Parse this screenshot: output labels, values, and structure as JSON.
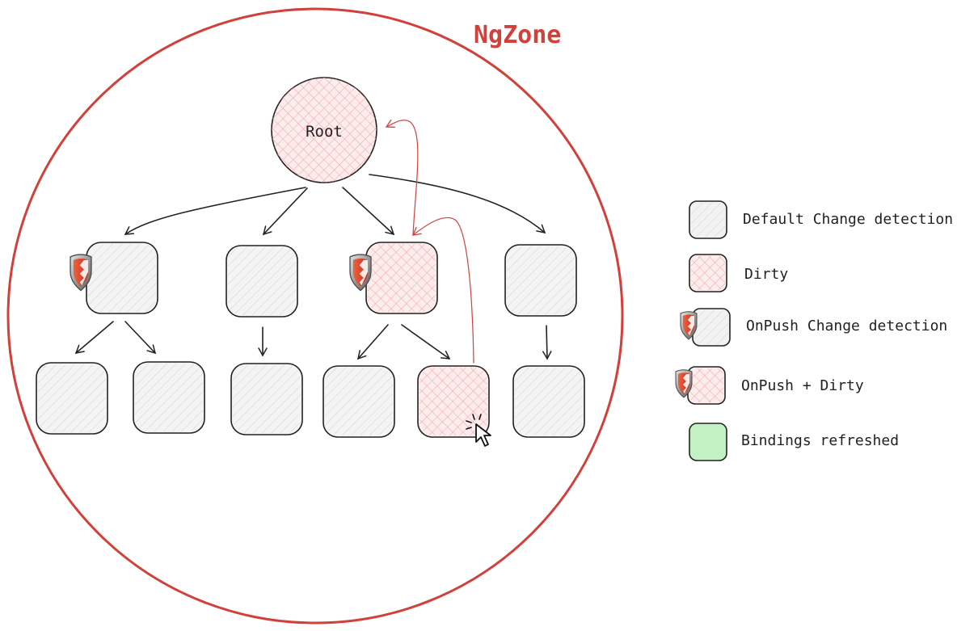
{
  "zone": {
    "label": "NgZone",
    "stroke_color": "#d2403a"
  },
  "root": {
    "label": "Root",
    "state": "dirty"
  },
  "nodes": [
    {
      "id": "a",
      "state": "onpush"
    },
    {
      "id": "b",
      "state": "default"
    },
    {
      "id": "c",
      "state": "onpush-dirty"
    },
    {
      "id": "d",
      "state": "default"
    },
    {
      "id": "a1",
      "state": "default"
    },
    {
      "id": "a2",
      "state": "default"
    },
    {
      "id": "b1",
      "state": "default"
    },
    {
      "id": "c1",
      "state": "default"
    },
    {
      "id": "c2",
      "state": "dirty",
      "has_cursor": true
    },
    {
      "id": "d1",
      "state": "default"
    }
  ],
  "edges": [
    {
      "from": "root",
      "to": "a"
    },
    {
      "from": "root",
      "to": "b"
    },
    {
      "from": "root",
      "to": "c"
    },
    {
      "from": "root",
      "to": "d"
    },
    {
      "from": "a",
      "to": "a1"
    },
    {
      "from": "a",
      "to": "a2"
    },
    {
      "from": "b",
      "to": "b1"
    },
    {
      "from": "c",
      "to": "c1"
    },
    {
      "from": "c",
      "to": "c2"
    },
    {
      "from": "d",
      "to": "d1"
    }
  ],
  "propagation_arrows": [
    {
      "from": "c2",
      "to": "c",
      "color": "#d2403a"
    },
    {
      "from": "c",
      "to": "root",
      "color": "#d2403a"
    }
  ],
  "legend": [
    {
      "key": "default",
      "label": "Default Change detection",
      "fill": "#f2f2f2",
      "hatch": "#cfcfcf",
      "shield": false
    },
    {
      "key": "dirty",
      "label": "Dirty",
      "fill": "#fdecec",
      "hatch": "#f3aaaa",
      "shield": false
    },
    {
      "key": "onpush",
      "label": "OnPush Change detection",
      "fill": "#f2f2f2",
      "hatch": "#cfcfcf",
      "shield": true
    },
    {
      "key": "onpush-dirty",
      "label": "OnPush + Dirty",
      "fill": "#fdecec",
      "hatch": "#f3aaaa",
      "shield": true
    },
    {
      "key": "refreshed",
      "label": "Bindings refreshed",
      "fill": "#c4f1c4",
      "hatch": "",
      "shield": false
    }
  ],
  "icons": {
    "onpush_badge": "shield-icon",
    "cursor": "cursor-click-icon"
  }
}
